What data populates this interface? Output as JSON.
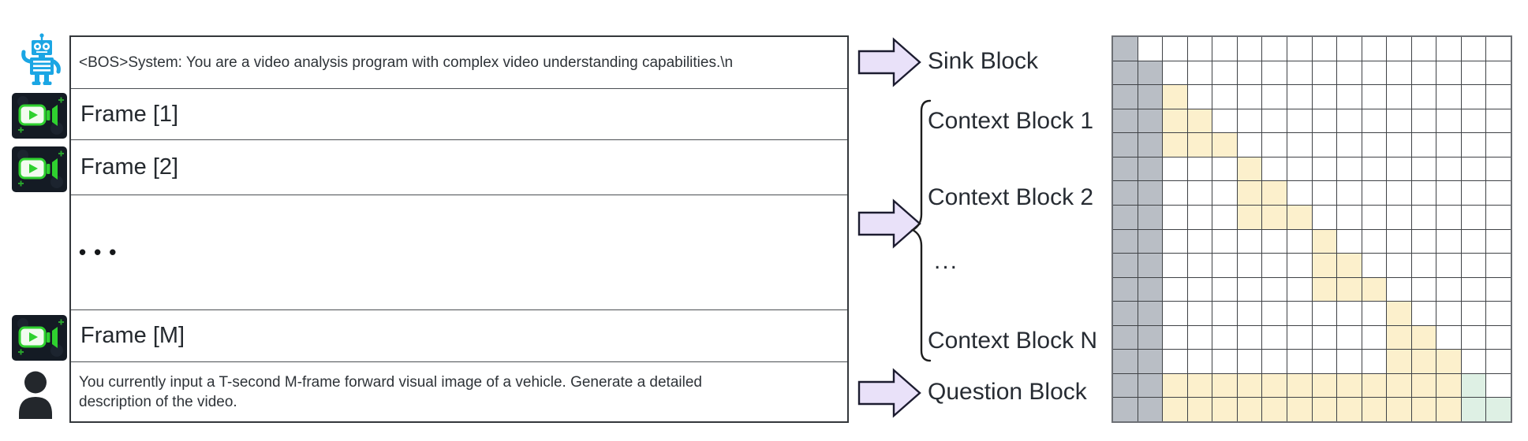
{
  "figure": {
    "title_hint": "streaming video-LLM block attention diagram",
    "prompt_table": {
      "rows": [
        {
          "id": "system",
          "icon": "robot-icon",
          "text": "<BOS>System: You are a video analysis program with complex video understanding capabilities.\\n"
        },
        {
          "id": "frame-1",
          "icon": "video-icon",
          "text": "Frame [1]"
        },
        {
          "id": "frame-2",
          "icon": "video-icon",
          "text": "Frame [2]"
        },
        {
          "id": "ellipsis",
          "icon": "",
          "text": "•••"
        },
        {
          "id": "frame-m",
          "icon": "video-icon",
          "text": "Frame [M]"
        },
        {
          "id": "question",
          "icon": "person-icon",
          "text": "You currently input a T-second M-frame forward visual image of a vehicle. Generate a detailed description of the video.",
          "lines": [
            "You currently input a T-second M-frame forward visual image of a vehicle. Generate a detailed",
            "description of the video."
          ]
        }
      ]
    },
    "labels": {
      "sink": "Sink Block",
      "context_1": "Context Block 1",
      "context_2": "Context Block 2",
      "context_ellipsis": "...",
      "context_n": "Context Block N",
      "question": "Question Block"
    },
    "attention_matrix": {
      "size": 16,
      "legend": {
        "S": {
          "name": "sink",
          "color": "#b9bec5"
        },
        "C": {
          "name": "context",
          "color": "#fcf0cc"
        },
        "Q": {
          "name": "question",
          "color": "#def0e4"
        },
        ".": {
          "name": "masked",
          "color": "#ffffff"
        }
      },
      "rows": [
        "S...............",
        "SS..............",
        "SSC.............",
        "SSCC............",
        "SSCCC...........",
        "SS...C..........",
        "SS...CC.........",
        "SS...CCC........",
        "SS......C.......",
        "SS......CC......",
        "SS......CCC.....",
        "SS.........C....",
        "SS.........CC...",
        "SS.........CCC..",
        "SSCCCCCCCCCCCCQ.",
        "SSCCCCCCCCCCCCQQ"
      ]
    },
    "colors": {
      "arrow_fill": "#e9e1f9",
      "arrow_stroke": "#1c1c30",
      "robot_blue": "#1ba6e4",
      "camera_green": "#2fd12f",
      "person_dark": "#23272c",
      "table_border": "#33373b",
      "grid_line": "#3f4246"
    }
  }
}
